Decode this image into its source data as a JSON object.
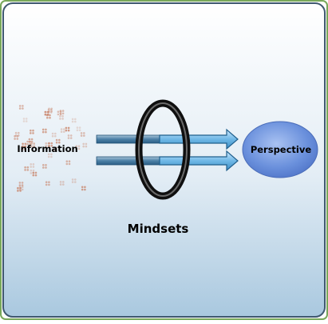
{
  "diagram": {
    "labels": {
      "information": "Information",
      "perspective": "Perspective",
      "mindsets": "Mindsets"
    },
    "colors": {
      "frame_border": "#78a85a",
      "panel_border": "#3f5870",
      "panel_fill_top": "#ffffff",
      "panel_fill_bottom": "#a9c8df",
      "arrow_fill": "#6fb8e6",
      "arrow_stroke": "#1f5f8c",
      "ellipse_fill": "#5f86d6",
      "ring": "#222222",
      "dots": "#c9866c"
    }
  }
}
